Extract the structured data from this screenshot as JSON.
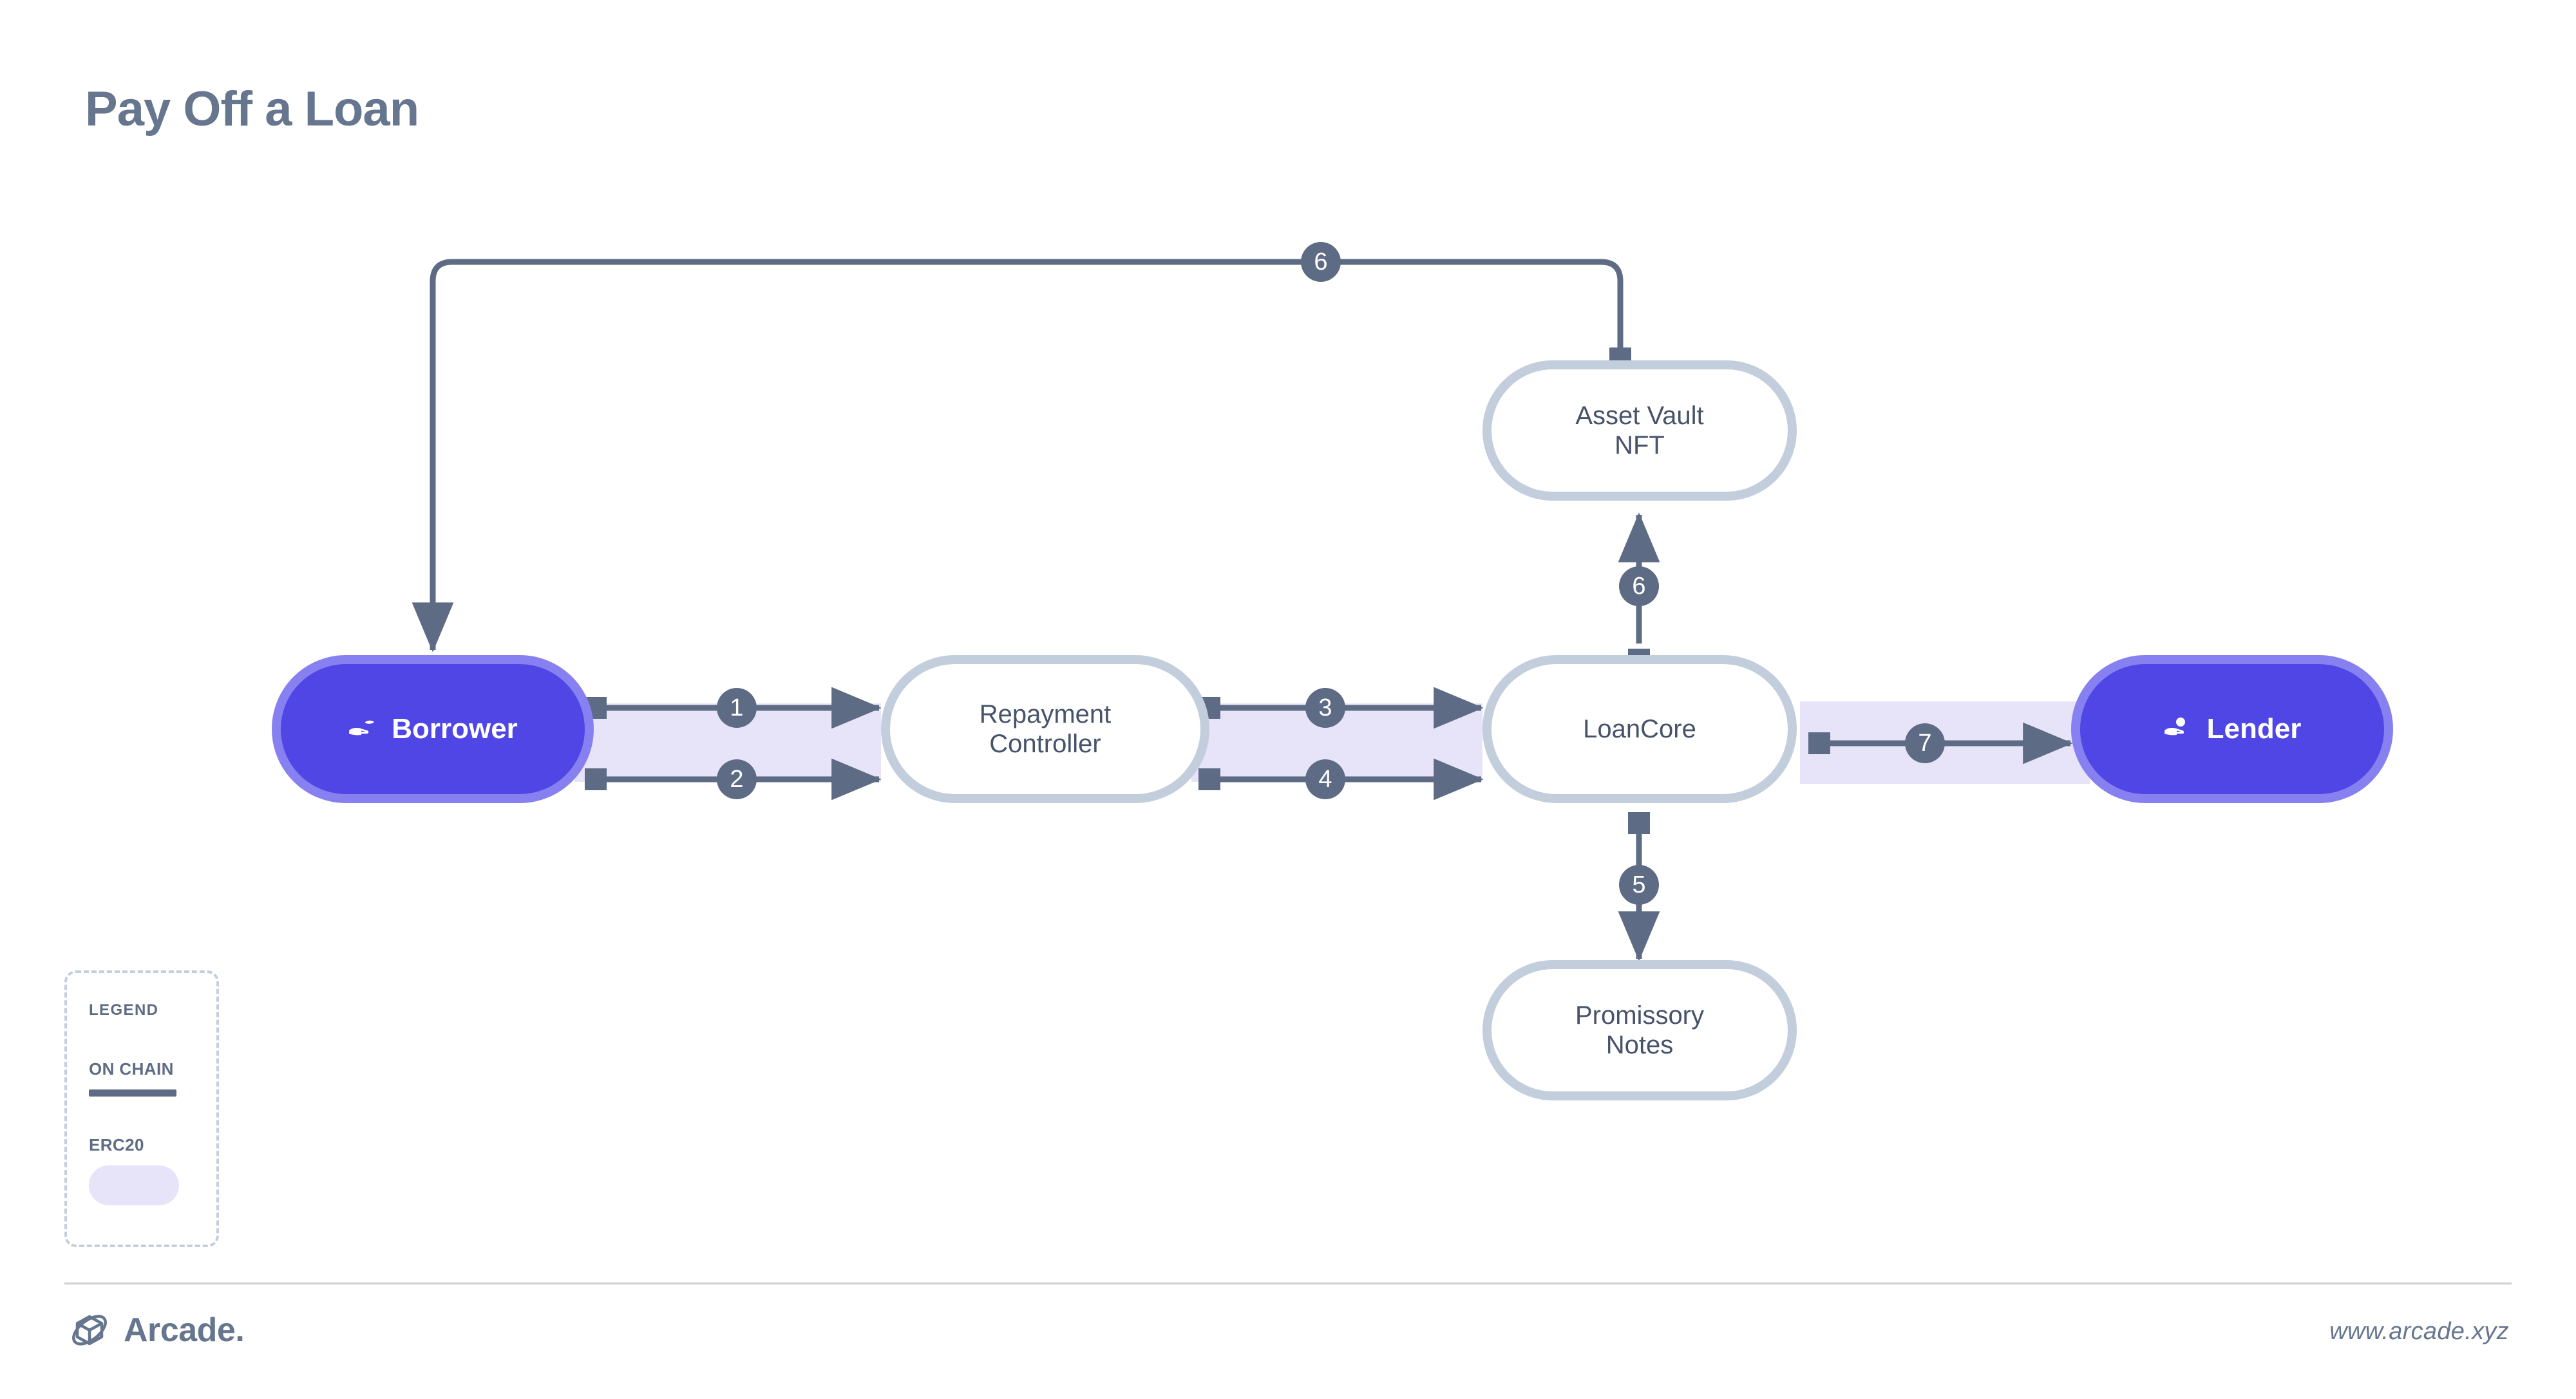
{
  "page": {
    "title": "Pay Off a Loan",
    "background": "#ffffff"
  },
  "colors": {
    "title_text": "#66768e",
    "node_border": "#c3cedd",
    "node_text": "#47536b",
    "actor_fill": "#4f46e5",
    "actor_ring": "#8780f0",
    "actor_text": "#ffffff",
    "edge_stroke": "#5d6b84",
    "badge_fill": "#5d6b84",
    "badge_text": "#ffffff",
    "erc20_band": "#e7e3f8",
    "legend_border": "#c3cedd",
    "divider": "#cfcfcf"
  },
  "diagram": {
    "nodes": [
      {
        "id": "borrower",
        "label": "Borrower",
        "type": "actor",
        "icon": "hand-receive-icon"
      },
      {
        "id": "repayment-controller",
        "label": "Repayment\nController",
        "line1": "Repayment",
        "line2": "Controller",
        "type": "contract"
      },
      {
        "id": "loancore",
        "label": "LoanCore",
        "type": "contract"
      },
      {
        "id": "lender",
        "label": "Lender",
        "type": "actor",
        "icon": "hand-person-icon"
      },
      {
        "id": "asset-vault-nft",
        "label": "Asset Vault\nNFT",
        "line1": "Asset Vault",
        "line2": "NFT",
        "type": "contract"
      },
      {
        "id": "promissory-notes",
        "label": "Promissory\nNotes",
        "line1": "Promissory",
        "line2": "Notes",
        "type": "contract"
      }
    ],
    "edges": [
      {
        "step": "1",
        "from": "borrower",
        "to": "repayment-controller",
        "erc20": true
      },
      {
        "step": "2",
        "from": "borrower",
        "to": "repayment-controller",
        "erc20": true
      },
      {
        "step": "3",
        "from": "repayment-controller",
        "to": "loancore",
        "erc20": true
      },
      {
        "step": "4",
        "from": "repayment-controller",
        "to": "loancore",
        "erc20": true
      },
      {
        "step": "5",
        "from": "loancore",
        "to": "promissory-notes",
        "erc20": false
      },
      {
        "step": "6",
        "from": "loancore",
        "to": "asset-vault-nft",
        "erc20": false
      },
      {
        "step": "6",
        "from": "asset-vault-nft",
        "to": "borrower",
        "erc20": false
      },
      {
        "step": "7",
        "from": "loancore",
        "to": "lender",
        "erc20": true
      }
    ]
  },
  "legend": {
    "title": "LEGEND",
    "items": [
      {
        "label": "ON CHAIN",
        "swatch": "line"
      },
      {
        "label": "ERC20",
        "swatch": "pill"
      }
    ]
  },
  "footer": {
    "brand": "Arcade.",
    "url": "www.arcade.xyz"
  }
}
